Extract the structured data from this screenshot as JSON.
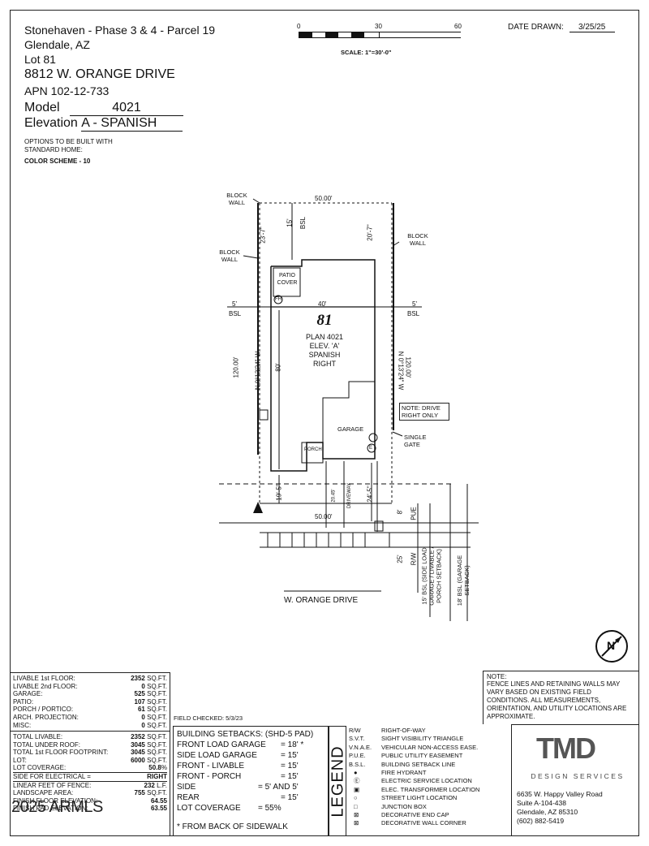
{
  "header": {
    "subdivision": "Stonehaven - Phase 3 & 4 - Parcel 19",
    "city": "Glendale, AZ",
    "lot": "Lot  81",
    "address": "8812 W. ORANGE DRIVE",
    "apn": "APN 102-12-733",
    "model_label": "Model",
    "model_value": "4021",
    "elevation_label": "Elevation",
    "elevation_value": "A - SPANISH",
    "options_note": "OPTIONS TO BE BUILT WITH STANDARD HOME:",
    "color_scheme": "COLOR SCHEME  -  10"
  },
  "scale": {
    "tick_0": "0",
    "tick_30": "30",
    "tick_60": "60",
    "label": "SCALE: 1\"=30'-0\""
  },
  "date": {
    "label": "DATE DRAWN:",
    "value": "3/25/25"
  },
  "plot": {
    "lot_number": "81",
    "plan": "PLAN 4021",
    "elev": "ELEV. 'A'",
    "style": "SPANISH",
    "hand": "RIGHT",
    "block_wall": "BLOCK WALL",
    "block_wall_right": "BLOCK WALL",
    "block_wall_left2": "BLOCK WALL",
    "width_top": "50.00'",
    "width_bottom": "50.00'",
    "rear_bsl": "15'",
    "rear_bsl_label": "BSL",
    "rear_left": "23'-7\"",
    "rear_right": "20'-7\"",
    "patio_cover": "PATIO COVER",
    "side_left": "5'",
    "side_left_label": "BSL",
    "side_right": "5'",
    "side_right_label": "BSL",
    "house_width": "40'",
    "house_depth": "80'",
    "left_dim": "120.00'",
    "left_bearing": "N 0°13'24\" W",
    "right_dim": "120.00'",
    "right_bearing": "N 0°13'24\" W",
    "garage": "GARAGE",
    "porch": "PORCH",
    "note_drive": "NOTE: DRIVE RIGHT ONLY",
    "single_gate": "SINGLE GATE",
    "front_left": "19'-5\"",
    "front_right": "24'-5\"",
    "driveway": "DRIVEWAY",
    "drive_width": "20.45'",
    "pue_dim": "8'",
    "pue": "PUE",
    "rw_dim": "25'",
    "rw": "R/W",
    "bsl_side_load": "15' BSL (SIDE LOAD GARAGE / LIVABLE / PORCH SETBACK)",
    "bsl_garage": "18' BSL (GARAGE SETBACK)",
    "street": "W. ORANGE DRIVE",
    "hydrant_mark": "FH",
    "elec_mark": "E",
    "north": "N"
  },
  "note_box": {
    "title": "NOTE:",
    "text": "FENCE LINES AND RETAINING WALLS MAY VARY BASED ON EXISTING FIELD CONDITIONS. ALL MEASUREMENTS, ORIENTATION, AND UTILITY LOCATIONS ARE APPROXIMATE."
  },
  "area_table": {
    "rows": [
      {
        "label": "LIVABLE 1st FLOOR:",
        "value": "2352",
        "unit": "SQ.FT."
      },
      {
        "label": "LIVABLE 2nd FLOOR:",
        "value": "0",
        "unit": "SQ.FT."
      },
      {
        "label": "GARAGE:",
        "value": "525",
        "unit": "SQ.FT."
      },
      {
        "label": "PATIO:",
        "value": "107",
        "unit": "SQ.FT."
      },
      {
        "label": "PORCH / PORTICO:",
        "value": "61",
        "unit": "SQ.FT."
      },
      {
        "label": "ARCH. PROJECTION:",
        "value": "0",
        "unit": "SQ.FT."
      },
      {
        "label": "MISC:",
        "value": "0",
        "unit": "SQ.FT."
      }
    ],
    "field_checked": "FIELD CHECKED: 5/3/23"
  },
  "totals_table": {
    "rows": [
      {
        "label": "TOTAL LIVABLE:",
        "value": "2352",
        "unit": "SQ.FT."
      },
      {
        "label": "TOTAL UNDER ROOF:",
        "value": "3045",
        "unit": "SQ.FT."
      },
      {
        "label": "TOTAL 1st FLOOR FOOTPRINT:",
        "value": "3045",
        "unit": "SQ.FT."
      },
      {
        "label": "LOT:",
        "value": "6000",
        "unit": "SQ.FT."
      },
      {
        "label": "LOT COVERAGE:",
        "value": "50.8",
        "unit": "%"
      },
      {
        "label": "SIDE FOR ELECTRICAL =",
        "value": "RIGHT",
        "unit": ""
      },
      {
        "label": "LINEAR FEET OF FENCE:",
        "value": "232",
        "unit": "L.F."
      },
      {
        "label": "LANDSCAPE AREA:",
        "value": "755",
        "unit": "SQ.FT."
      },
      {
        "label": "FINISH FLOOR ELEVATION:",
        "value": "64.55",
        "unit": ""
      },
      {
        "label": "FINISH PAD ELEVATION:",
        "value": "63.55",
        "unit": ""
      }
    ],
    "watermark": "2025 ARMLS"
  },
  "setbacks": {
    "title": "BUILDING SETBACKS: (SHD-5 PAD)",
    "rows": [
      {
        "label": "FRONT LOAD GARAGE",
        "value": "= 18' *"
      },
      {
        "label": "SIDE LOAD GARAGE",
        "value": "= 15'"
      },
      {
        "label": "FRONT - LIVABLE",
        "value": "= 15'"
      },
      {
        "label": "FRONT - PORCH",
        "value": "= 15'"
      },
      {
        "label": "SIDE",
        "value": "= 5' AND 5'"
      },
      {
        "label": "REAR",
        "value": "= 15'"
      },
      {
        "label": "LOT COVERAGE",
        "value": "= 55%"
      }
    ],
    "footnote": "* FROM BACK OF SIDEWALK"
  },
  "legend": {
    "title": "LEGEND",
    "items": [
      {
        "code": "R/W",
        "text": "RIGHT-OF-WAY"
      },
      {
        "code": "S.V.T.",
        "text": "SIGHT VISIBILITY TRIANGLE"
      },
      {
        "code": "V.N.A.E.",
        "text": "VEHICULAR NON-ACCESS EASE."
      },
      {
        "code": "P.U.E.",
        "text": "PUBLIC UTILITY EASEMENT"
      },
      {
        "code": "B.S.L.",
        "text": "BUILDING SETBACK LINE"
      },
      {
        "code": "●",
        "text": "FIRE HYDRANT"
      },
      {
        "code": "Ⓔ",
        "text": "ELECTRIC SERVICE LOCATION"
      },
      {
        "code": "▣",
        "text": "ELEC. TRANSFORMER LOCATION"
      },
      {
        "code": "○",
        "text": "STREET LIGHT LOCATION"
      },
      {
        "code": "□",
        "text": "JUNCTION BOX"
      },
      {
        "code": "⊠",
        "text": "DECORATIVE END CAP"
      },
      {
        "code": "⊠",
        "text": "DECORATIVE WALL CORNER"
      }
    ]
  },
  "company": {
    "logo": "TMD",
    "name": "DESIGN SERVICES",
    "address1": "6635 W. Happy Valley Road",
    "address2": "Suite A-104-438",
    "address3": "Glendale, AZ 85310",
    "phone": "(602) 882-5419"
  }
}
